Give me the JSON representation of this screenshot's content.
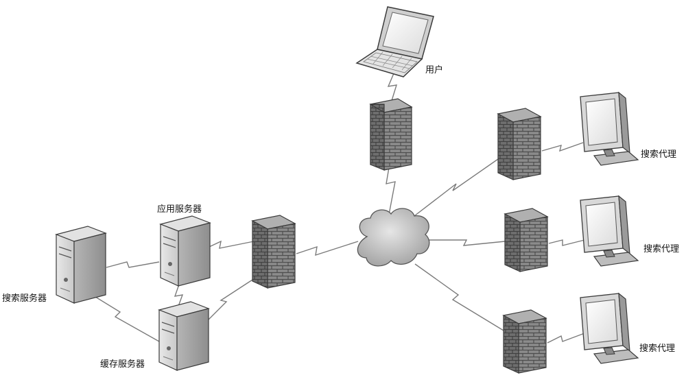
{
  "nodes": {
    "user": "用户",
    "app_server": "应用服务器",
    "search_server": "搜索服务器",
    "cache_server": "缓存服务器",
    "agent_top": "搜索代理",
    "agent_mid": "搜索代理",
    "agent_bottom": "搜索代理"
  },
  "colors": {
    "line": "#7a7a7a",
    "device_light": "#f2f2f2",
    "device_mid": "#cfcfcf",
    "device_dark": "#8c8c8c",
    "brick": "#7d7d7d",
    "cloud": "#bdbdbd",
    "screen": "#ffffff"
  },
  "icons": [
    "laptop-icon",
    "firewall-icon",
    "server-icon",
    "monitor-icon",
    "cloud-icon"
  ]
}
